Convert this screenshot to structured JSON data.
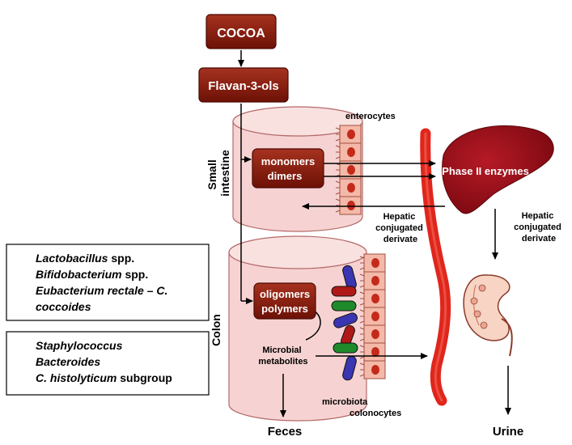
{
  "nodes": {
    "cocoa": "COCOA",
    "flavanols": "Flavan-3-ols",
    "monomers_line1": "monomers",
    "monomers_line2": "dimers",
    "oligomers_line1": "oligomers",
    "oligomers_line2": "polymers",
    "phase2": "Phase II enzymes"
  },
  "labels": {
    "enterocytes": "enterocytes",
    "small_intestine_line1": "Small",
    "small_intestine_line2": "intestine",
    "colon": "Colon",
    "hepatic_mid": [
      "Hepatic",
      "conjugated",
      "derivate"
    ],
    "hepatic_right": [
      "Hepatic",
      "conjugated",
      "derivate"
    ],
    "microbial_line1": "Microbial",
    "microbial_line2": "metabolites",
    "microbiota": "microbiota",
    "colonocytes": "colonocytes",
    "feces": "Feces",
    "urine": "Urine"
  },
  "increase_box": {
    "line1_italic": "Lactobacillus",
    "line1_rest": " spp.",
    "line2_italic": "Bifidobacterium",
    "line2_rest": " spp.",
    "line3": "Eubacterium rectale – C.",
    "line4": "coccoides"
  },
  "decrease_box": {
    "line1": "Staphylococcus",
    "line2": "Bacteroides",
    "line3_italic": "C. histolyticum",
    "line3_rest": " subgroup"
  },
  "colors": {
    "node_fill": "#8b1a0c",
    "node_border": "#4a0a04",
    "cylinder_fill": "#f6d3d2",
    "cylinder_stroke": "#b46a68",
    "cell_fill": "#f4b9a8",
    "nucleus": "#c42a1a",
    "vessel": "#e0261c",
    "liver": "#9b0f18",
    "bacteria_blue": "#3a35b0",
    "bacteria_red": "#b01818",
    "bacteria_green": "#1f8a2a"
  }
}
